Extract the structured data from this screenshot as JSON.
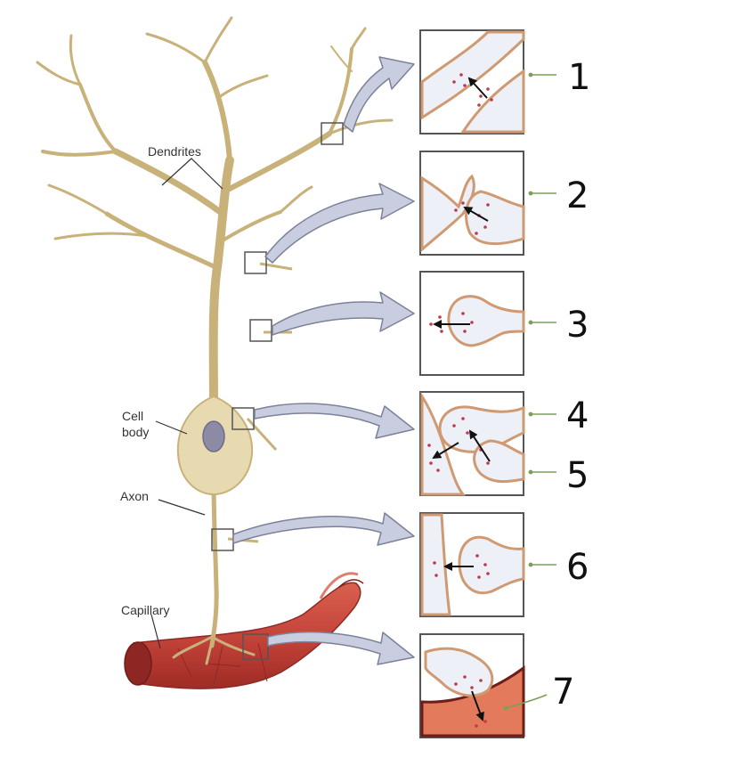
{
  "labels": {
    "dendrites": "Dendrites",
    "cell_line1": "Cell",
    "cell_line2": "body",
    "axon": "Axon",
    "capillary": "Capillary"
  },
  "panel_numbers": [
    "1",
    "2",
    "3",
    "4",
    "5",
    "6",
    "7"
  ],
  "colors": {
    "neuron_fill": "#e3d3a3",
    "neuron_stroke": "#c8b27a",
    "membrane": "#cf9a72",
    "panel_bg": "#eef0f7",
    "arrow_fill": "#c9cde0",
    "arrow_stroke": "#7c8199",
    "dot": "#c03a4e",
    "capillary": "#c5443a",
    "pointer_green": "#7aa055"
  }
}
